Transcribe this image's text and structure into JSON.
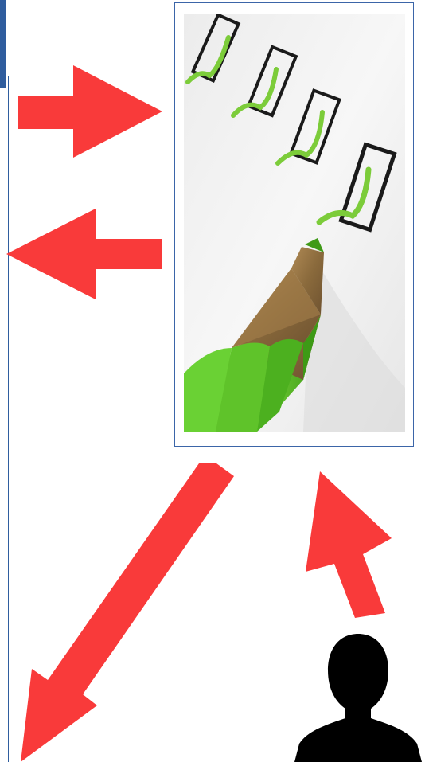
{
  "figure": {
    "center_image": "checklist-with-green-pencil",
    "person_icon": "person-silhouette-icon",
    "checkbox_count": 4,
    "arrow_count": 4,
    "colors": {
      "arrow": "#f93a3a",
      "frame": "#3b65a8",
      "accent_rule": "#2f5d9e",
      "check_green": "#7ccc3a",
      "pencil_green": "#66c92e",
      "pencil_wood": "#8a6a3c",
      "silhouette": "#000000"
    }
  }
}
